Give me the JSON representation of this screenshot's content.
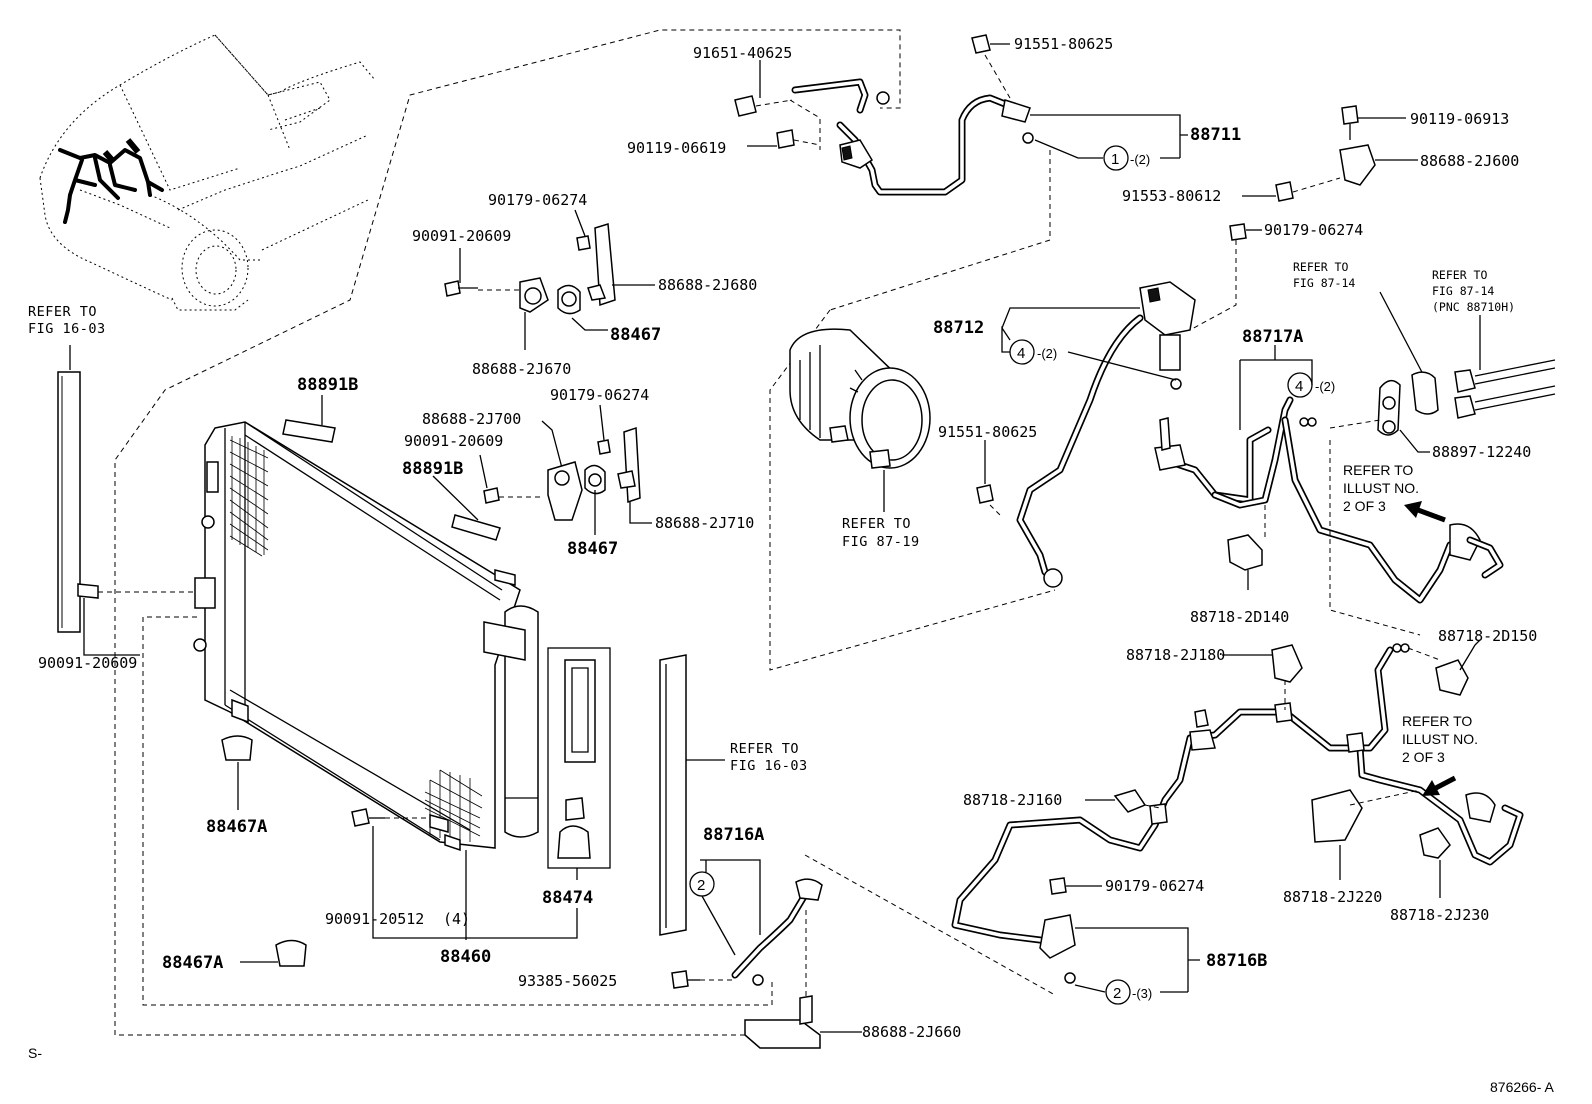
{
  "labels": {
    "p91651_40625": "91651-40625",
    "p91551_80625_top": "91551-80625",
    "p88711": "88711",
    "p90119_06619": "90119-06619",
    "p90119_06913": "90119-06913",
    "p88688_2J600": "88688-2J600",
    "p91553_80612": "91553-80612",
    "p90179_06274_right": "90179-06274",
    "p90179_06274_upper": "90179-06274",
    "p90091_20609_upper": "90091-20609",
    "p88688_2J680": "88688-2J680",
    "p88467_upper": "88467",
    "p88688_2J670": "88688-2J670",
    "p88891B_upper": "88891B",
    "p88688_2J700": "88688-2J700",
    "p90179_06274_mid": "90179-06274",
    "p90091_20609_mid": "90091-20609",
    "p88891B_lower": "88891B",
    "p88688_2J710": "88688-2J710",
    "p88467_lower": "88467",
    "p88712": "88712",
    "p88717A": "88717A",
    "p91551_80625_mid": "91551-80625",
    "p88897_12240": "88897-12240",
    "p88718_2D140": "88718-2D140",
    "p88718_2D150": "88718-2D150",
    "p88718_2J180": "88718-2J180",
    "p88718_2J160": "88718-2J160",
    "p90179_06274_lower": "90179-06274",
    "p88716B": "88716B",
    "p88718_2J220": "88718-2J220",
    "p88718_2J230": "88718-2J230",
    "p90091_20609_left": "90091-20609",
    "p88467A_upper": "88467A",
    "p90091_20512": "90091-20512",
    "p90091_20512_count": "(4)",
    "p88460": "88460",
    "p88474": "88474",
    "p88716A": "88716A",
    "p88467A_lower": "88467A",
    "p93385_56025": "93385-56025",
    "p88688_2J660": "88688-2J660"
  },
  "callouts": {
    "c1_num": "1",
    "c1_qty": "-(2)",
    "c4a_num": "4",
    "c4a_qty": "-(2)",
    "c4b_num": "4",
    "c4b_qty": "-(2)",
    "c2a_num": "2",
    "c2b_num": "2",
    "c2b_qty": "-(3)"
  },
  "refs": {
    "fig1603_left_l1": "REFER TO",
    "fig1603_left_l2": "FIG 16-03",
    "fig1603_right_l1": "REFER TO",
    "fig1603_right_l2": "FIG 16-03",
    "fig8719_l1": "REFER TO",
    "fig8719_l2": "FIG 87-19",
    "fig8714a_l1": "REFER TO",
    "fig8714a_l2": "FIG 87-14",
    "fig8714b_l1": "REFER TO",
    "fig8714b_l2": "FIG 87-14",
    "fig8714b_l3": "(PNC 88710H)",
    "illus_upper_l1": "REFER TO",
    "illus_upper_l2": "ILLUST NO.",
    "illus_upper_l3": "2 OF 3",
    "illus_lower_l1": "REFER TO",
    "illus_lower_l2": "ILLUST NO.",
    "illus_lower_l3": "2 OF 3"
  },
  "footer": {
    "corner_mark": "S-",
    "illustration_id": "876266- A"
  }
}
